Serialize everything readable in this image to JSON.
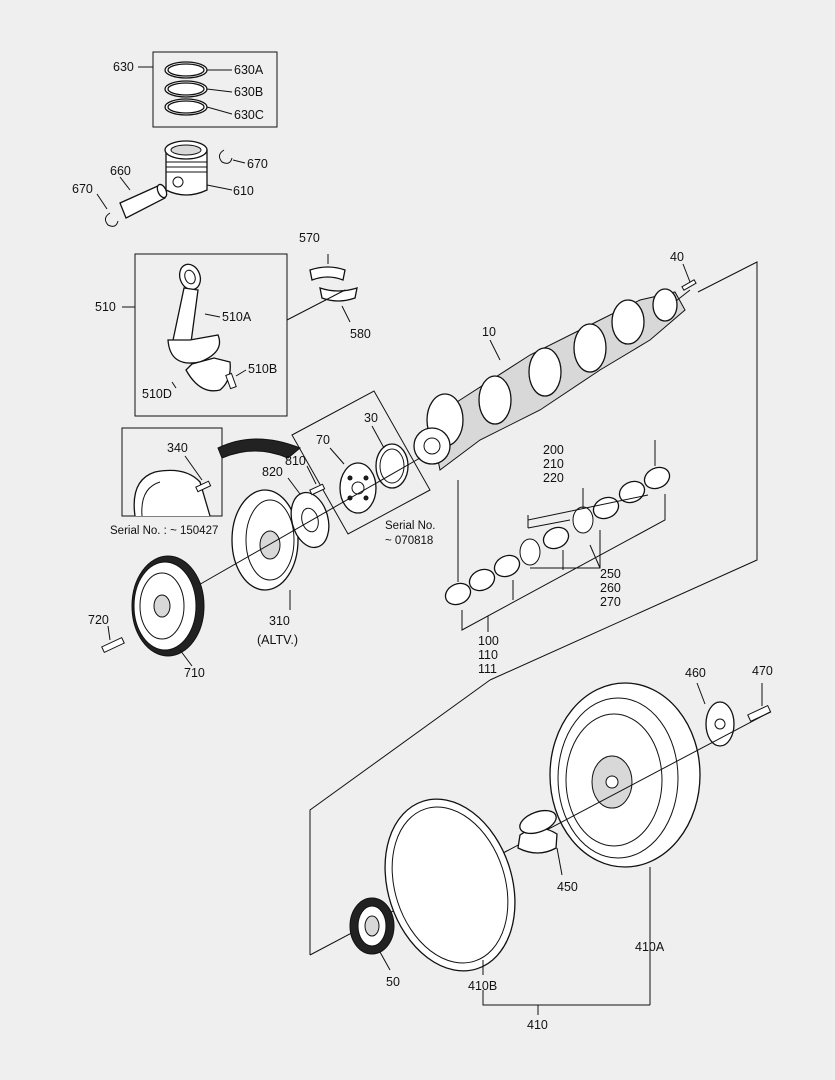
{
  "labels": {
    "l630": "630",
    "l630A": "630A",
    "l630B": "630B",
    "l630C": "630C",
    "l660": "660",
    "l670a": "670",
    "l670b": "670",
    "l610": "610",
    "l570": "570",
    "l580": "580",
    "l510": "510",
    "l510A": "510A",
    "l510B": "510B",
    "l510D": "510D",
    "l40": "40",
    "l10": "10",
    "l30": "30",
    "l70": "70",
    "l340": "340",
    "l820": "820",
    "l810": "810",
    "serial1": "Serial No. : ~ 150427",
    "serial2a": "Serial No.",
    "serial2b": "~ 070818",
    "l200": "200",
    "l210": "210",
    "l220": "220",
    "l250": "250",
    "l260": "260",
    "l270": "270",
    "l100": "100",
    "l110": "110",
    "l111": "111",
    "l720": "720",
    "l710": "710",
    "l310": "310",
    "altv": "(ALTV.)",
    "l460": "460",
    "l470": "470",
    "l450": "450",
    "l50": "50",
    "l410B": "410B",
    "l410A": "410A",
    "l410": "410"
  }
}
